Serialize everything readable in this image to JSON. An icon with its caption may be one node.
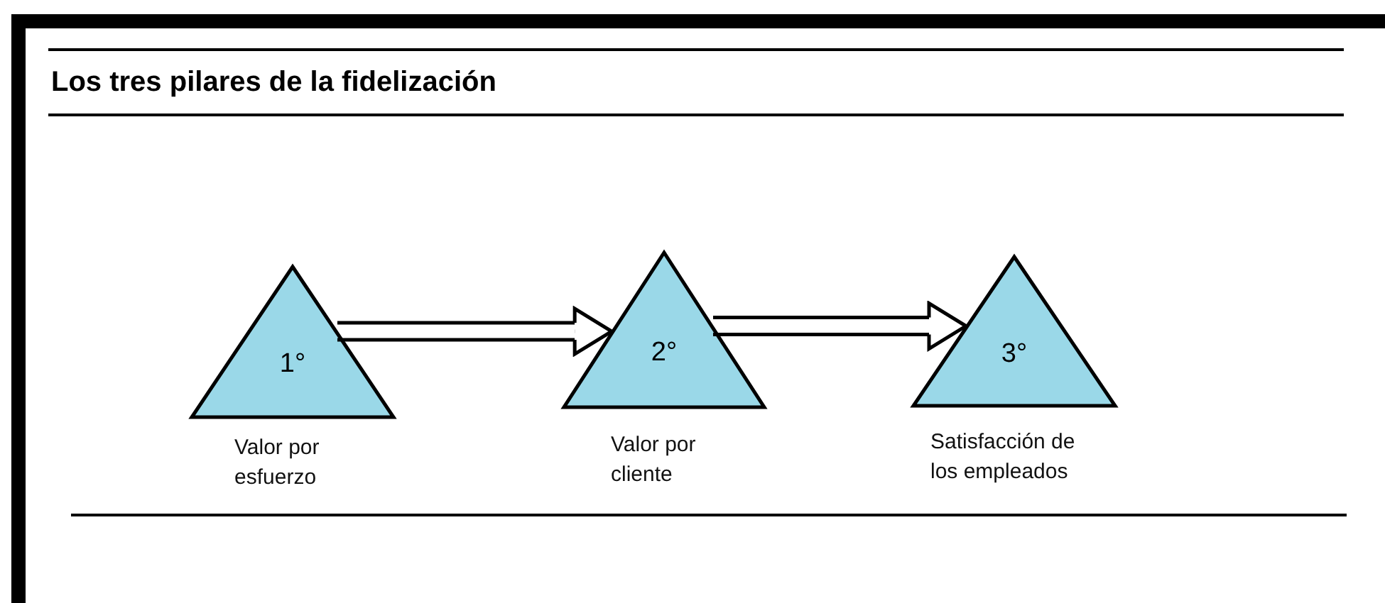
{
  "diagram": {
    "title": "Los tres pilares de la fidelización",
    "nodes": [
      {
        "text": [
          "1°"
        ],
        "beside": [
          "Valor por esfuerzo"
        ]
      },
      {
        "text": [
          "2°"
        ],
        "beside": [
          "Valor por cliente"
        ]
      },
      {
        "text": [
          "3°"
        ],
        "beside": [
          "Satisfacción de los empleados"
        ]
      }
    ],
    "edges": [
      {
        "from": 0,
        "to": 1,
        "arrow": "to"
      },
      {
        "from": 1,
        "to": 2,
        "arrow": "to"
      }
    ]
  }
}
